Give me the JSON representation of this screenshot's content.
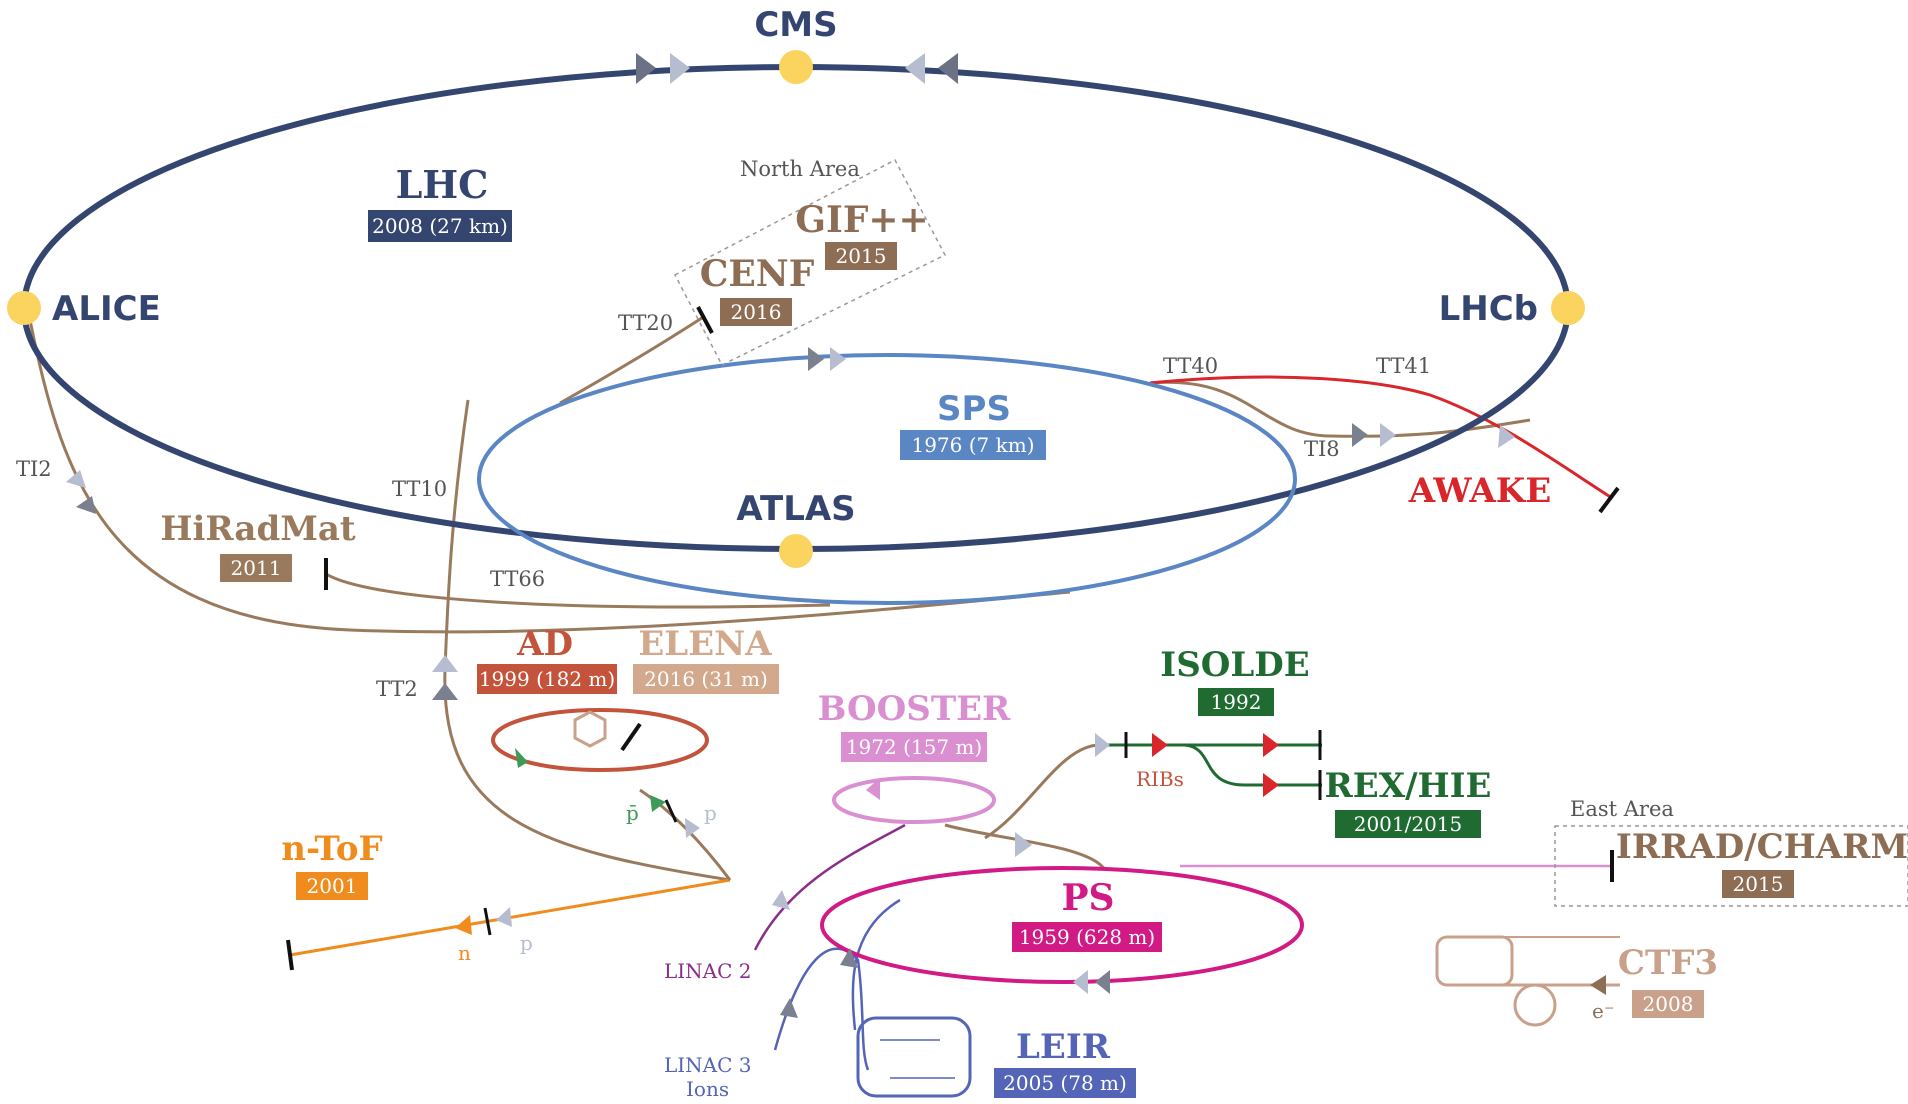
{
  "colors": {
    "lhc": "#34456f",
    "sps": "#5b86c4",
    "ps": "#d11a84",
    "booster": "#d98fd0",
    "brown": "#9a7a5c",
    "ad": "#c4533c",
    "elena": "#d2a98d",
    "isolde": "#1f6b32",
    "awake": "#d9262b",
    "ntof": "#f08c1e",
    "leir": "#5464b6",
    "linac2": "#8b2e8b",
    "irrad": "#8d6d54",
    "ctf3": "#c9a08a",
    "detector": "#fbd35f",
    "arrow_grey": "#7a8090",
    "arrow_light": "#b6bdd0"
  },
  "machines": {
    "lhc": {
      "name": "LHC",
      "year": "2008 (27 km)"
    },
    "sps": {
      "name": "SPS",
      "year": "1976 (7 km)"
    },
    "ps": {
      "name": "PS",
      "year": "1959 (628 m)"
    },
    "booster": {
      "name": "BOOSTER",
      "year": "1972 (157 m)"
    },
    "ad": {
      "name": "AD",
      "year": "1999 (182 m)"
    },
    "elena": {
      "name": "ELENA",
      "year": "2016 (31 m)"
    },
    "isolde": {
      "name": "ISOLDE",
      "year": "1992"
    },
    "rexhie": {
      "name": "REX/HIE",
      "year": "2001/2015"
    },
    "awake": {
      "name": "AWAKE"
    },
    "ntof": {
      "name": "n-ToF",
      "year": "2001"
    },
    "hiradmat": {
      "name": "HiRadMat",
      "year": "2011"
    },
    "leir": {
      "name": "LEIR",
      "year": "2005 (78 m)"
    },
    "cenf": {
      "name": "CENF",
      "year": "2016"
    },
    "gif": {
      "name": "GIF++",
      "year": "2015"
    },
    "irrad": {
      "name": "IRRAD/CHARM",
      "year": "2015"
    },
    "ctf3": {
      "name": "CTF3",
      "year": "2008"
    }
  },
  "experiments": {
    "cms": "CMS",
    "alice": "ALICE",
    "lhcb": "LHCb",
    "atlas": "ATLAS"
  },
  "areas": {
    "north": "North Area",
    "east": "East Area"
  },
  "lines": {
    "tt20": "TT20",
    "tt40": "TT40",
    "tt41": "TT41",
    "ti8": "TI8",
    "ti2": "TI2",
    "tt10": "TT10",
    "tt66": "TT66",
    "tt2": "TT2",
    "ribs": "RIBs",
    "linac2": "LINAC 2",
    "linac3": "LINAC 3",
    "ions": "Ions"
  },
  "particles": {
    "pbar": "p̄",
    "p_ad": "p",
    "n": "n",
    "p_ntof": "p",
    "electron": "e⁻"
  }
}
